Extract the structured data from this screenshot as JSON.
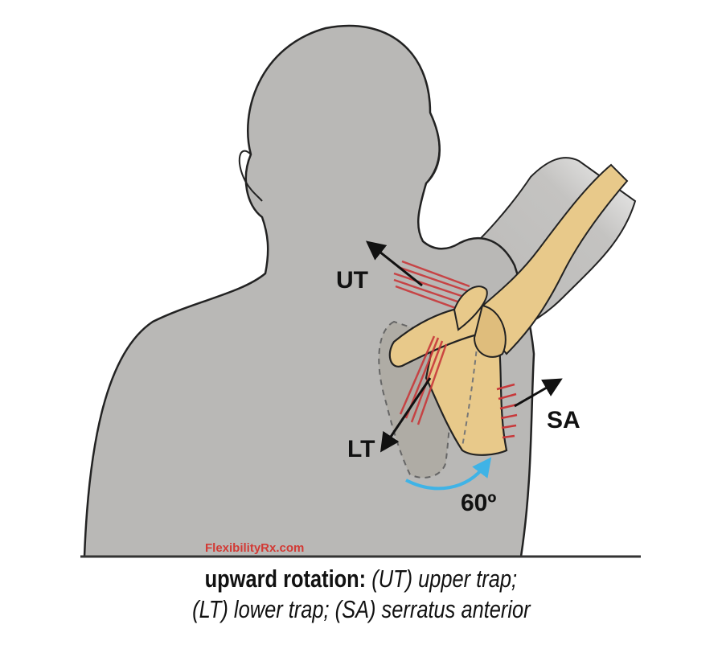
{
  "labels": {
    "ut": "UT",
    "lt": "LT",
    "sa": "SA",
    "angle": "60º"
  },
  "watermark": "FlexibilityRx.com",
  "caption": {
    "bold": "upward rotation:",
    "line1_italic": "(UT) upper trap;",
    "line2_italic": "(LT) lower trap; (SA) serratus anterior"
  },
  "colors": {
    "body": "#b9b8b6",
    "bone": "#e8c98a",
    "muscle": "#c8383a",
    "arrow_rotation": "#3fb3e6"
  }
}
